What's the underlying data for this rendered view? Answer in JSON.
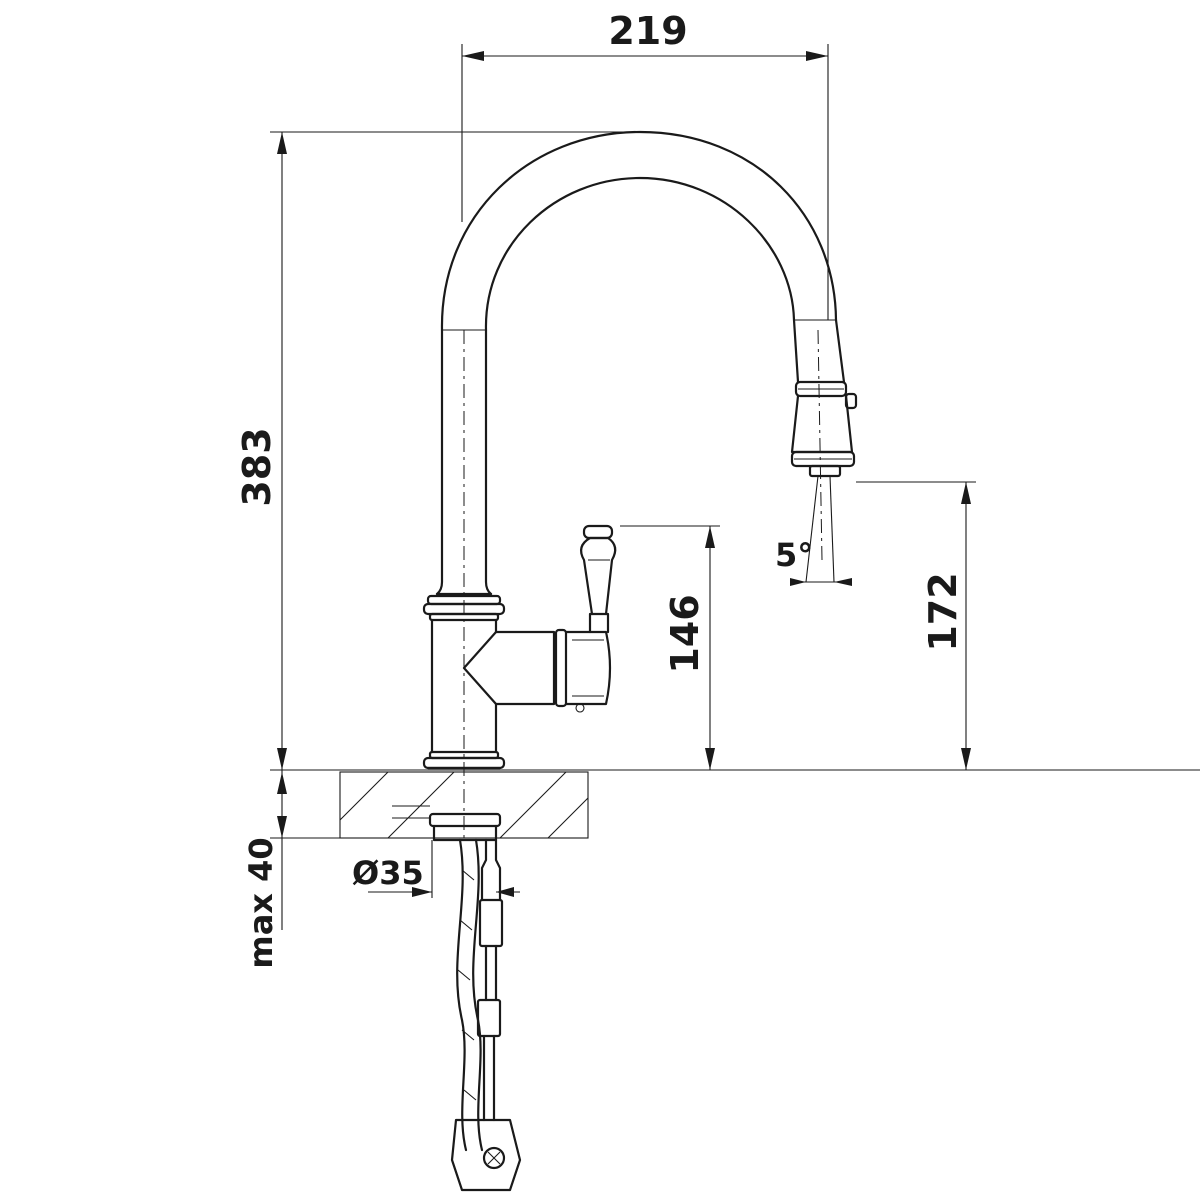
{
  "drawing": {
    "subject": "pull-down kitchen faucet",
    "dimensions": {
      "width": "219",
      "height": "383",
      "handle_height": "146",
      "spout_outlet_height": "172",
      "spray_angle": "5°",
      "hole_diameter": "Ø35",
      "max_counter_thickness": "max 40"
    }
  }
}
